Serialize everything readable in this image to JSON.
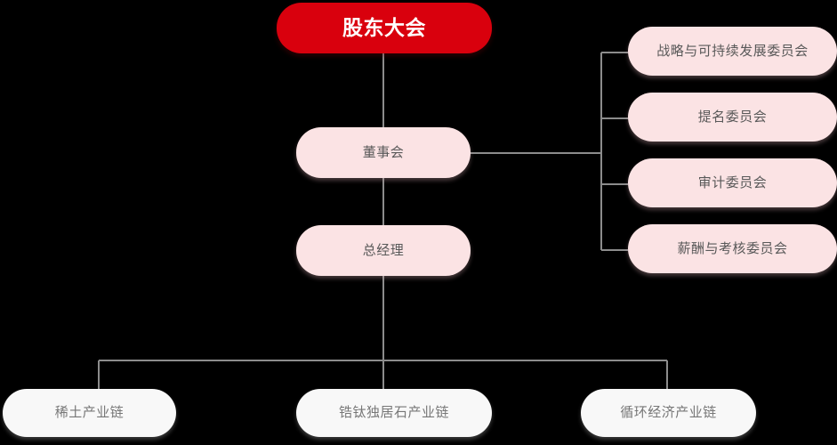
{
  "chart_data": {
    "type": "diagram",
    "title": "",
    "layout": "org-chart",
    "colors": {
      "root_fill": "#d9000d",
      "root_text": "#ffffff",
      "branch_fill": "#fbe3e4",
      "branch_text": "#595959",
      "leaf_fill": "#f8f8f8",
      "leaf_text": "#777777",
      "connector": "#8c8c8c",
      "background": "#000000"
    },
    "nodes": [
      {
        "id": "shareholders",
        "label": "股东大会",
        "level": 0,
        "style": "root"
      },
      {
        "id": "board",
        "label": "董事会",
        "level": 1,
        "style": "branch"
      },
      {
        "id": "gm",
        "label": "总经理",
        "level": 2,
        "style": "branch"
      },
      {
        "id": "committee_strategy",
        "label": "战略与可持续发展委员会",
        "level": 2,
        "style": "branch"
      },
      {
        "id": "committee_nomination",
        "label": "提名委员会",
        "level": 2,
        "style": "branch"
      },
      {
        "id": "committee_audit",
        "label": "审计委员会",
        "level": 2,
        "style": "branch"
      },
      {
        "id": "committee_remuneration",
        "label": "薪酬与考核委员会",
        "level": 2,
        "style": "branch"
      },
      {
        "id": "chain_rare_earth",
        "label": "稀土产业链",
        "level": 3,
        "style": "leaf"
      },
      {
        "id": "chain_zircon",
        "label": "锆钛独居石产业链",
        "level": 3,
        "style": "leaf"
      },
      {
        "id": "chain_circular",
        "label": "循环经济产业链",
        "level": 3,
        "style": "leaf"
      }
    ],
    "edges": [
      {
        "from": "shareholders",
        "to": "board"
      },
      {
        "from": "board",
        "to": "gm"
      },
      {
        "from": "board",
        "to": "committee_strategy"
      },
      {
        "from": "board",
        "to": "committee_nomination"
      },
      {
        "from": "board",
        "to": "committee_audit"
      },
      {
        "from": "board",
        "to": "committee_remuneration"
      },
      {
        "from": "gm",
        "to": "chain_rare_earth"
      },
      {
        "from": "gm",
        "to": "chain_zircon"
      },
      {
        "from": "gm",
        "to": "chain_circular"
      }
    ]
  },
  "org": {
    "root": {
      "label": "股东大会"
    },
    "board": {
      "label": "董事会"
    },
    "general_manager": {
      "label": "总经理"
    },
    "committees": [
      {
        "label": "战略与可持续发展委员会"
      },
      {
        "label": "提名委员会"
      },
      {
        "label": "审计委员会"
      },
      {
        "label": "薪酬与考核委员会"
      }
    ],
    "industry_chains": [
      {
        "label": "稀土产业链"
      },
      {
        "label": "锆钛独居石产业链"
      },
      {
        "label": "循环经济产业链"
      }
    ]
  }
}
